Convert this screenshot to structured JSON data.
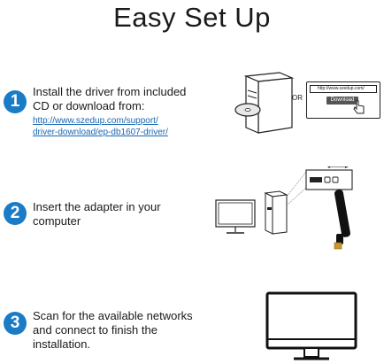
{
  "title": "Easy Set Up",
  "colors": {
    "accent": "#1a7bc7",
    "link": "#1a66b3",
    "text": "#1a1a1a"
  },
  "steps": [
    {
      "number": "1",
      "lines": [
        "Install the driver from included",
        "CD or download from:"
      ],
      "link_lines": [
        "http://www.szedup.com/support/",
        "driver-download/ep-db1607-driver/"
      ],
      "illustration": {
        "or_label": "OR",
        "browser_url": "http://www.szedup.com/",
        "download_button": "Download"
      }
    },
    {
      "number": "2",
      "lines": [
        "Insert the adapter in your",
        "computer"
      ],
      "illustration": {
        "icon": "usb-icon"
      }
    },
    {
      "number": "3",
      "lines": [
        "Scan for the available networks",
        "and connect to finish the",
        "installation."
      ],
      "illustration": {
        "icon": "monitor-icon"
      }
    }
  ]
}
